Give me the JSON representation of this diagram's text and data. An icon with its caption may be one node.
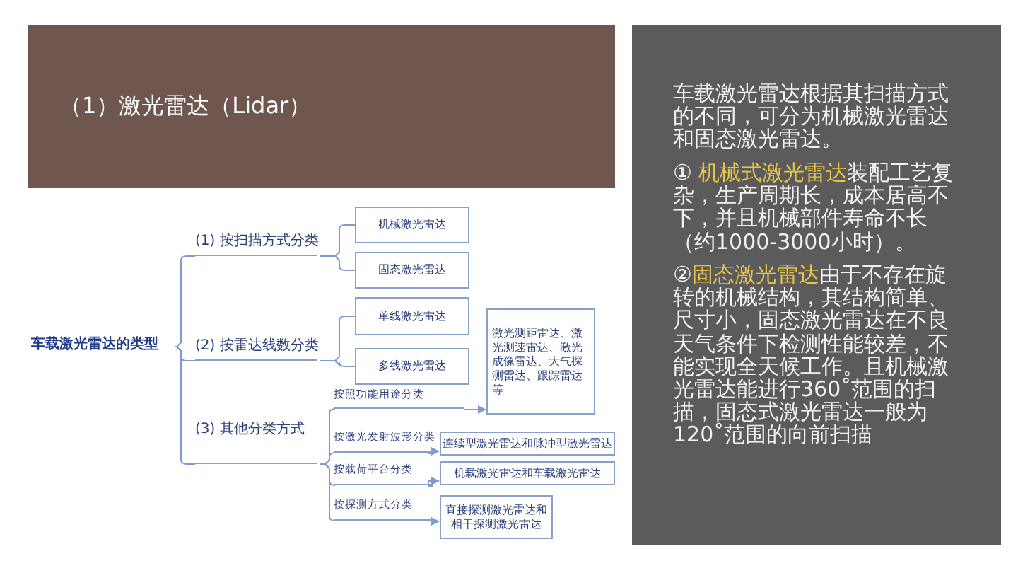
{
  "diagram": {
    "title": "（1）激光雷达（Lidar）",
    "nodes": [
      {
        "text": [
          "车载激光雷达的类型"
        ]
      },
      {
        "text": [
          "(1) 按扫描方式分类"
        ]
      },
      {
        "text": [
          "(2) 按雷达线数分类"
        ]
      },
      {
        "text": [
          "(3) 其他分类方式"
        ]
      },
      {
        "text": [
          "机械激光雷达"
        ]
      },
      {
        "text": [
          "固态激光雷达"
        ]
      },
      {
        "text": [
          "单线激光雷达"
        ]
      },
      {
        "text": [
          "多线激光雷达"
        ]
      },
      {
        "text": [
          "按照功能用途分类"
        ]
      },
      {
        "text": [
          "激光测距雷达、激光测速雷达、激光成像雷达、大气探测雷达、跟踪雷达等"
        ]
      },
      {
        "text": [
          "按激光发射波形分类"
        ]
      },
      {
        "text": [
          "连续型激光雷达和脉冲型激光雷达"
        ]
      },
      {
        "text": [
          "按载荷平台分类"
        ]
      },
      {
        "text": [
          "机载激光雷达和车载激光雷达"
        ]
      },
      {
        "text": [
          "按探测方式分类"
        ]
      },
      {
        "text": [
          "直接探测激光雷达和相干探测激光雷达"
        ]
      }
    ],
    "edges": [
      {
        "from": 0,
        "to": 1,
        "arrow": "none"
      },
      {
        "from": 0,
        "to": 2,
        "arrow": "none"
      },
      {
        "from": 0,
        "to": 3,
        "arrow": "none"
      },
      {
        "from": 1,
        "to": 4,
        "arrow": "none"
      },
      {
        "from": 1,
        "to": 5,
        "arrow": "none"
      },
      {
        "from": 2,
        "to": 6,
        "arrow": "none"
      },
      {
        "from": 2,
        "to": 7,
        "arrow": "none"
      },
      {
        "from": 3,
        "to": 8,
        "arrow": "none"
      },
      {
        "from": 3,
        "to": 10,
        "arrow": "none"
      },
      {
        "from": 3,
        "to": 12,
        "arrow": "none"
      },
      {
        "from": 3,
        "to": 14,
        "arrow": "none"
      },
      {
        "from": 8,
        "to": 9,
        "arrow": "to"
      },
      {
        "from": 10,
        "to": 11,
        "arrow": "to"
      },
      {
        "from": 12,
        "to": 13,
        "arrow": "to"
      },
      {
        "from": 14,
        "to": 15,
        "arrow": "to"
      }
    ],
    "labels": [
      "车载激光雷达根据其扫描方式的不同，可分为机械激光雷达和固态激光雷达。",
      "① **机械式激光雷达**装配工艺复杂，生产周期长，成本居高不下，并且机械部件寿命不长（约1000-3000小时）。",
      "②**固态激光雷达**由于不存在旋转的机械结构，其结构简单、尺寸小，固态激光雷达在不良天气条件下检测性能较差，不能实现全天候工作。且机械激光雷达能进行360˚范围的扫描，固态式激光雷达一般为120˚范围的向前扫描"
    ]
  }
}
